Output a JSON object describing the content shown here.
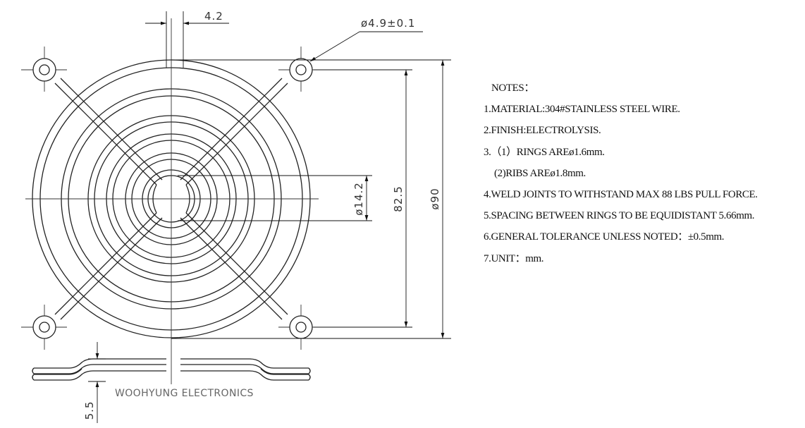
{
  "dimensions": {
    "top_width": "4.2",
    "hole": "ø4.9±0.1",
    "center": "ø14.2",
    "hole_pitch": "82.5",
    "outer": "ø90",
    "height": "5.5"
  },
  "notes": {
    "title": "NOTES：",
    "items": [
      "1.MATERIAL:304#STAINLESS STEEL WIRE.",
      "2.FINISH:ELECTROLYSIS.",
      "3.（1）RINGS AREø1.6mm.",
      "(2)RIBS AREø1.8mm.",
      "4.WELD JOINTS TO WITHSTAND MAX 88 LBS PULL FORCE.",
      "5.SPACING BETWEEN RINGS TO BE EQUIDISTANT 5.66mm.",
      "6.GENERAL TOLERANCE UNLESS NOTED：±0.5mm.",
      "7.UNIT：mm."
    ]
  },
  "brand": "WOOHYUNG ELECTRONICS"
}
